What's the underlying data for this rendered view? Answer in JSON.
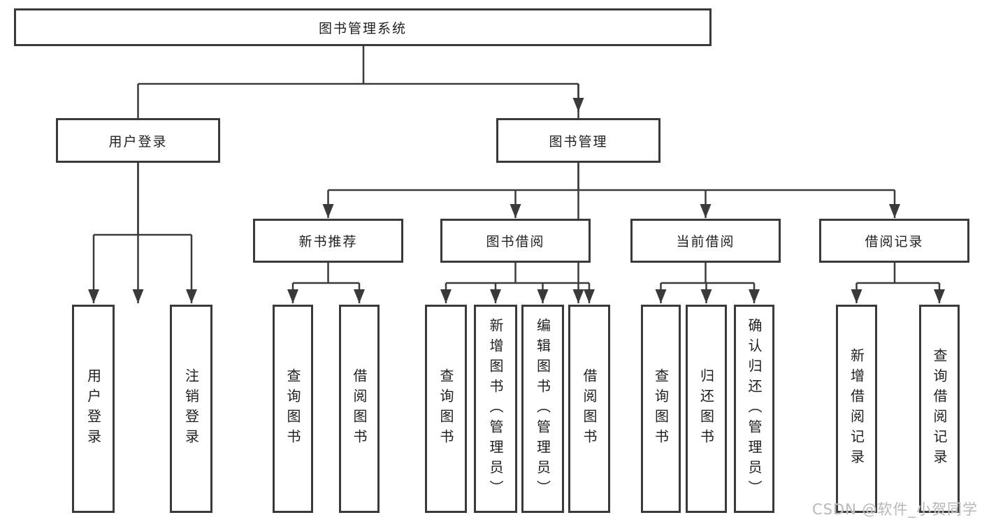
{
  "tree": {
    "label": "图书管理系统",
    "children": [
      {
        "label": "用户登录",
        "children": [
          {
            "label": "用户登录"
          },
          {
            "label": "注销登录"
          }
        ]
      },
      {
        "label": "图书管理",
        "children": [
          {
            "label": "新书推荐",
            "children": [
              {
                "label": "查询图书"
              },
              {
                "label": "借阅图书"
              }
            ]
          },
          {
            "label": "图书借阅",
            "children": [
              {
                "label": "查询图书"
              },
              {
                "label": "新增图书（管理员）"
              },
              {
                "label": "编辑图书（管理员）"
              },
              {
                "label": "借阅图书"
              }
            ]
          },
          {
            "label": "当前借阅",
            "children": [
              {
                "label": "查询图书"
              },
              {
                "label": "归还图书"
              },
              {
                "label": "确认归还（管理员）"
              }
            ]
          },
          {
            "label": "借阅记录",
            "children": [
              {
                "label": "新增借阅记录"
              },
              {
                "label": "查询借阅记录"
              }
            ]
          }
        ]
      }
    ]
  },
  "watermark": {
    "text": "CSDN @软件_小贺同学",
    "color": "#b8b8b8"
  },
  "colors": {
    "line": "#3a3a3a",
    "text": "#1f1f1f",
    "background": "#ffffff"
  }
}
